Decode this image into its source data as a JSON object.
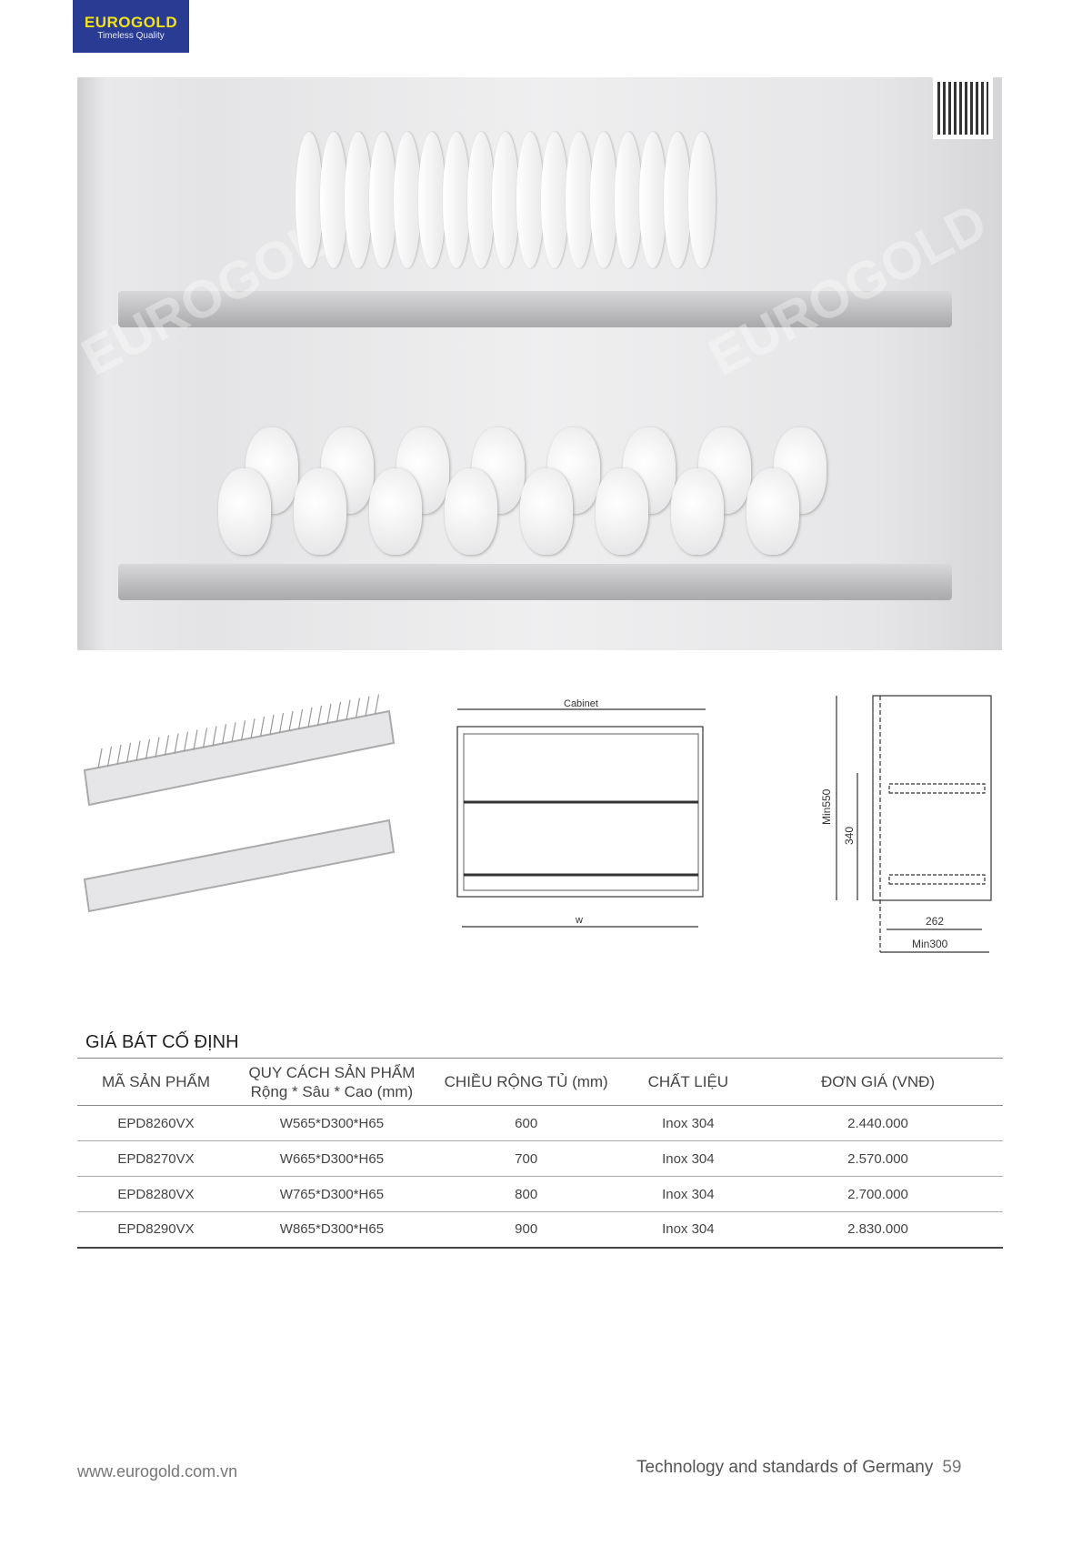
{
  "logo": {
    "brand": "EUROGOLD",
    "tagline": "Timeless Quality"
  },
  "photo": {
    "watermark": "EUROGOLD"
  },
  "drawings": {
    "front_top_label": "Cabinet",
    "front_bottom_label": "w",
    "side_height_outer": "Min550",
    "side_height_inner": "340",
    "side_inner_width": "262",
    "side_outer_width": "Min300"
  },
  "section_title": "GIÁ BÁT CỐ ĐỊNH",
  "table": {
    "headers": [
      "MÃ SẢN PHẨM",
      "QUY CÁCH SẢN PHẨM",
      "Rộng * Sâu * Cao (mm)",
      "CHIỀU RỘNG TỦ (mm)",
      "CHẤT LIỆU",
      "ĐƠN GIÁ  (VNĐ)"
    ],
    "rows": [
      [
        "EPD8260VX",
        "W565*D300*H65",
        "600",
        "Inox 304",
        "2.440.000"
      ],
      [
        "EPD8270VX",
        "W665*D300*H65",
        "700",
        "Inox 304",
        "2.570.000"
      ],
      [
        "EPD8280VX",
        "W765*D300*H65",
        "800",
        "Inox 304",
        "2.700.000"
      ],
      [
        "EPD8290VX",
        "W865*D300*H65",
        "900",
        "Inox 304",
        "2.830.000"
      ]
    ]
  },
  "footer": {
    "website": "www.eurogold.com.vn",
    "slogan": "Technology and standards of Germany",
    "page": "59"
  }
}
